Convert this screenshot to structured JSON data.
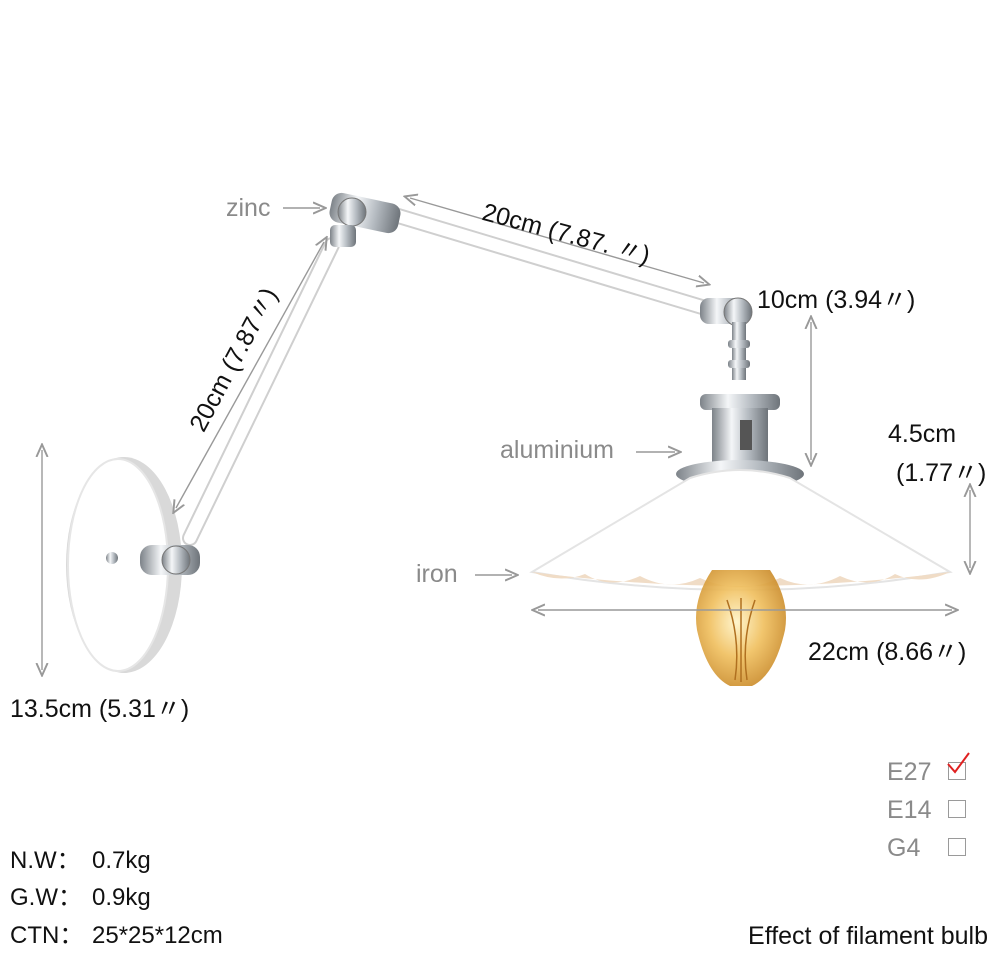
{
  "dimensions": {
    "arm_upper": "20cm (7.87. 〃)",
    "arm_lower": "20cm (7.87〃)",
    "stem": "10cm (3.94〃)",
    "shade_height_cm": "4.5cm",
    "shade_height_in": "(1.77〃)",
    "shade_diameter": "22cm (8.66〃)",
    "base_height": "13.5cm (5.31〃)"
  },
  "materials": {
    "joint": "zinc",
    "holder": "aluminium",
    "shade": "iron"
  },
  "specs": [
    {
      "label": "N.W：",
      "value": "0.7kg"
    },
    {
      "label": "G.W：",
      "value": "0.9kg"
    },
    {
      "label": "CTN：",
      "value": "25*25*12cm"
    }
  ],
  "sockets": [
    {
      "name": "E27",
      "checked": true
    },
    {
      "name": "E14",
      "checked": false
    },
    {
      "name": "G4",
      "checked": false
    }
  ],
  "caption": "Effect of filament bulb",
  "colors": {
    "lamp_body": "#ffffff",
    "chrome": "#c0c4c8",
    "shade_inner": "#f2e0cf",
    "bulb": "#e8b04a",
    "check": "#e02020",
    "dimension_arrow": "#999999"
  }
}
